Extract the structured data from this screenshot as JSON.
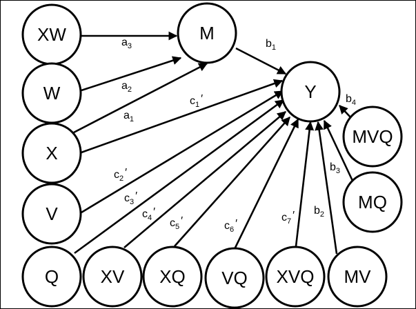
{
  "diagram": {
    "type": "path-model",
    "nodes": [
      {
        "id": "XW",
        "label": "XW"
      },
      {
        "id": "W",
        "label": "W"
      },
      {
        "id": "X",
        "label": "X"
      },
      {
        "id": "V",
        "label": "V"
      },
      {
        "id": "Q",
        "label": "Q"
      },
      {
        "id": "M",
        "label": "M"
      },
      {
        "id": "Y",
        "label": "Y"
      },
      {
        "id": "MVQ",
        "label": "MVQ"
      },
      {
        "id": "MQ",
        "label": "MQ"
      },
      {
        "id": "XV",
        "label": "XV"
      },
      {
        "id": "XQ",
        "label": "XQ"
      },
      {
        "id": "VQ",
        "label": "VQ"
      },
      {
        "id": "XVQ",
        "label": "XVQ"
      },
      {
        "id": "MV",
        "label": "MV"
      }
    ],
    "edges": [
      {
        "from": "XW",
        "to": "M",
        "label": {
          "base": "a",
          "sub": "3",
          "prime": ""
        }
      },
      {
        "from": "W",
        "to": "M",
        "label": {
          "base": "a",
          "sub": "2",
          "prime": ""
        }
      },
      {
        "from": "X",
        "to": "M",
        "label": {
          "base": "a",
          "sub": "1",
          "prime": ""
        }
      },
      {
        "from": "M",
        "to": "Y",
        "label": {
          "base": "b",
          "sub": "1",
          "prime": ""
        }
      },
      {
        "from": "X",
        "to": "Y",
        "label": {
          "base": "c",
          "sub": "1",
          "prime": "′"
        }
      },
      {
        "from": "V",
        "to": "Y",
        "label": {
          "base": "c",
          "sub": "2",
          "prime": "′"
        }
      },
      {
        "from": "Q",
        "to": "Y",
        "label": {
          "base": "c",
          "sub": "3",
          "prime": "′"
        }
      },
      {
        "from": "XV",
        "to": "Y",
        "label": {
          "base": "c",
          "sub": "4",
          "prime": "′"
        }
      },
      {
        "from": "XQ",
        "to": "Y",
        "label": {
          "base": "c",
          "sub": "5",
          "prime": "′"
        }
      },
      {
        "from": "VQ",
        "to": "Y",
        "label": {
          "base": "c",
          "sub": "6",
          "prime": "′"
        }
      },
      {
        "from": "XVQ",
        "to": "Y",
        "label": {
          "base": "c",
          "sub": "7",
          "prime": "′"
        }
      },
      {
        "from": "MV",
        "to": "Y",
        "label": {
          "base": "b",
          "sub": "2",
          "prime": ""
        }
      },
      {
        "from": "MQ",
        "to": "Y",
        "label": {
          "base": "b",
          "sub": "3",
          "prime": ""
        }
      },
      {
        "from": "MVQ",
        "to": "Y",
        "label": {
          "base": "b",
          "sub": "4",
          "prime": ""
        }
      }
    ]
  }
}
